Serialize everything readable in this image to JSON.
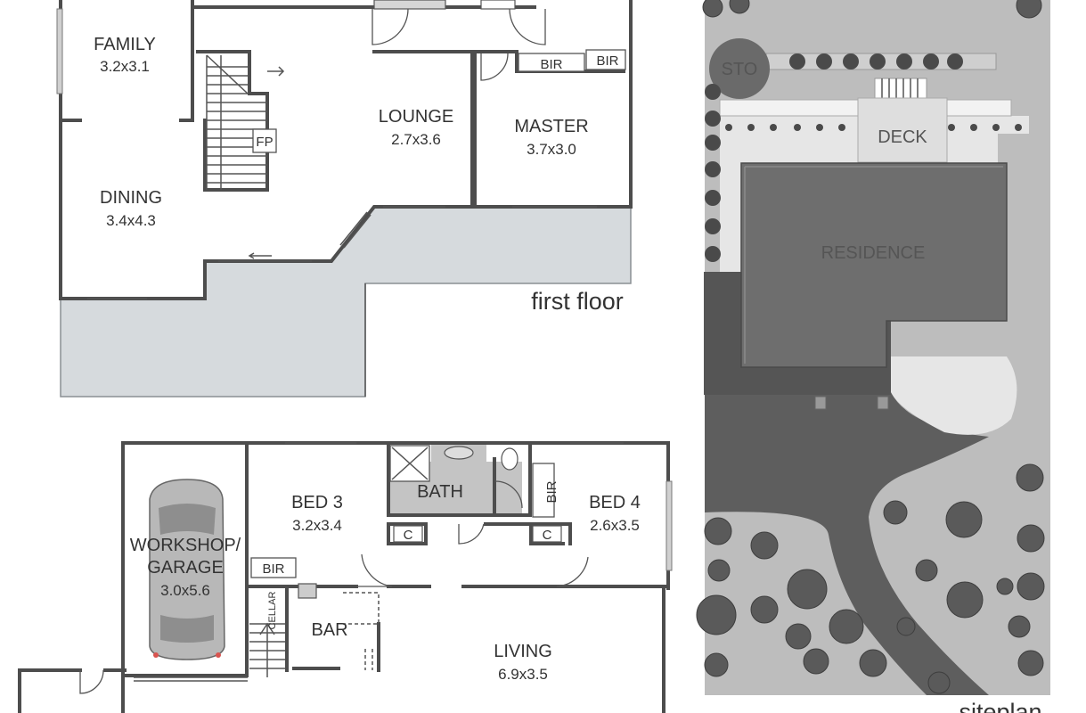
{
  "first_floor": {
    "caption": "first floor",
    "rooms": {
      "family": {
        "name": "FAMILY",
        "dim": "3.2x3.1"
      },
      "lounge": {
        "name": "LOUNGE",
        "dim": "2.7x3.6"
      },
      "master": {
        "name": "MASTER",
        "dim": "3.7x3.0"
      },
      "dining": {
        "name": "DINING",
        "dim": "3.4x4.3"
      }
    },
    "labels": {
      "bir1": "BIR",
      "bir2": "BIR",
      "fp": "FP"
    }
  },
  "ground_floor": {
    "rooms": {
      "garage": {
        "name1": "WORKSHOP/",
        "name2": "GARAGE",
        "dim": "3.0x5.6"
      },
      "bed3": {
        "name": "BED 3",
        "dim": "3.2x3.4"
      },
      "bath": {
        "name": "BATH"
      },
      "bed4": {
        "name": "BED 4",
        "dim": "2.6x3.5"
      },
      "living": {
        "name": "LIVING",
        "dim": "6.9x3.5"
      },
      "bar": {
        "name": "BAR"
      }
    },
    "labels": {
      "bir_bed3": "BIR",
      "bir_bed4": "BIR",
      "c1": "C",
      "c2": "C",
      "cellar": "CELLAR"
    }
  },
  "site_plan": {
    "caption": "siteplan",
    "labels": {
      "sto": "STO",
      "deck": "DECK",
      "residence": "RESIDENCE"
    }
  },
  "colors": {
    "wall": "#4d4d4d",
    "deck_floor": "#d6dadd",
    "bath_floor": "#c4c4c4",
    "site_lawn": "#bdbdbd",
    "residence_roof": "#6e6e6e",
    "driveway": "#5e5e5e"
  }
}
